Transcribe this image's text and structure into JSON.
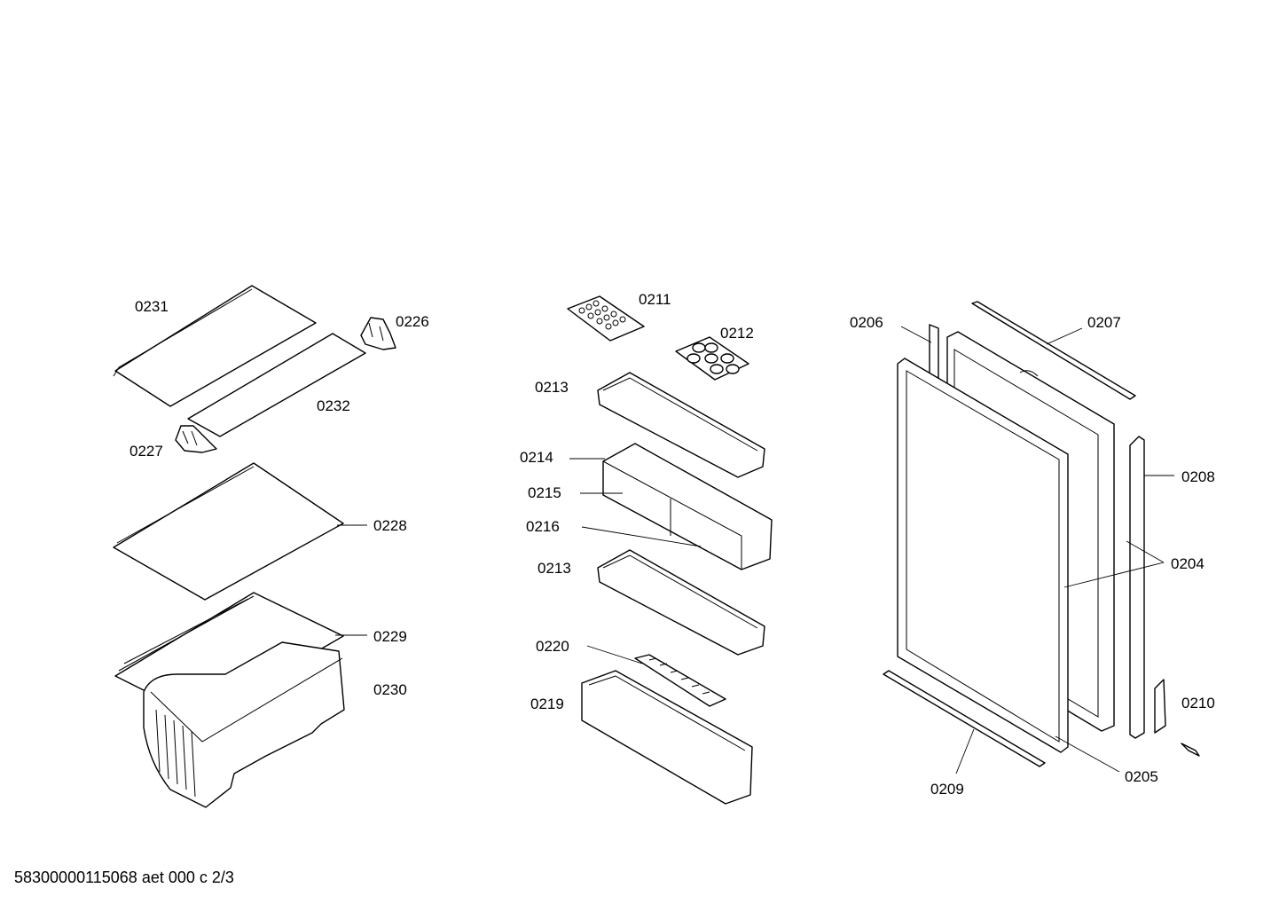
{
  "parts": {
    "p0231": "0231",
    "p0226": "0226",
    "p0232": "0232",
    "p0227": "0227",
    "p0228": "0228",
    "p0229": "0229",
    "p0230": "0230",
    "p0211": "0211",
    "p0212": "0212",
    "p0213a": "0213",
    "p0214": "0214",
    "p0215": "0215",
    "p0216": "0216",
    "p0213b": "0213",
    "p0220": "0220",
    "p0219": "0219",
    "p0206": "0206",
    "p0207": "0207",
    "p0208": "0208",
    "p0204": "0204",
    "p0210": "0210",
    "p0205": "0205",
    "p0209": "0209"
  },
  "footer": "58300000115068 aet 000 c 2/3"
}
